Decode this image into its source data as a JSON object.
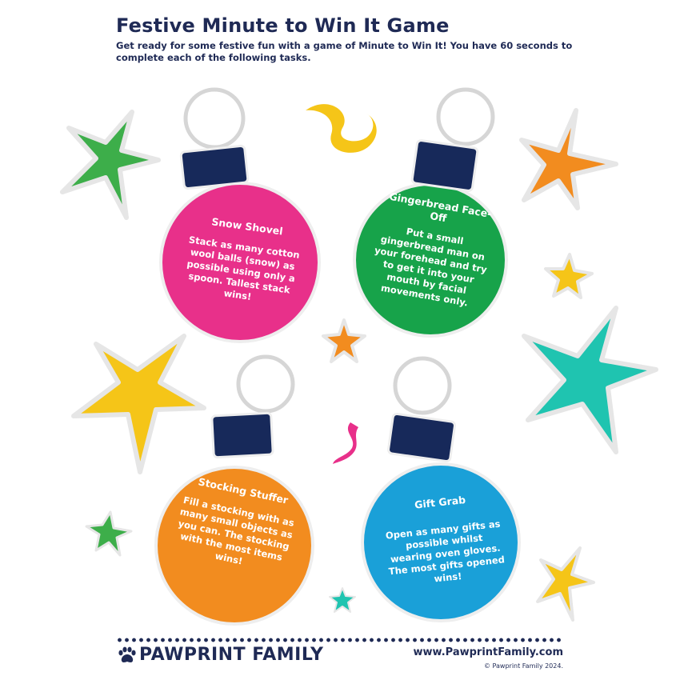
{
  "header": {
    "title": "Festive Minute to Win It Game",
    "intro": "Get ready for some festive fun with a game of Minute to Win It! You have 60 seconds to complete each of the following tasks."
  },
  "cards": [
    {
      "title": "Snow Shovel",
      "description": "Stack as many cotton wool balls (snow) as possible using only a spoon. Tallest stack wins!",
      "color": "#e8308a"
    },
    {
      "title": "Gingerbread Face-Off",
      "description": "Put a small gingerbread man on your forehead and try to get it into your mouth by facial movements only.",
      "color": "#17a34a"
    },
    {
      "title": "Stocking Stuffer",
      "description": "Fill a stocking with as many small objects as you can. The stocking with the most items wins!",
      "color": "#f28c1f"
    },
    {
      "title": "Gift Grab",
      "description": "Open as many gifts as possible whilst wearing oven gloves. The most gifts opened wins!",
      "color": "#1aa0d8"
    }
  ],
  "footer": {
    "brand": "PAWPRINT FAMILY",
    "website": "www.PawprintFamily.com",
    "copyright": "© Pawprint Family 2024."
  },
  "colors": {
    "navy": "#1f2a55",
    "cap": "#17295a",
    "green_star": "#3dae4a",
    "orange_star": "#f28c1f",
    "yellow_star": "#f5c518",
    "teal_star": "#1fc4b0",
    "pink_ribbon": "#e8308a"
  }
}
